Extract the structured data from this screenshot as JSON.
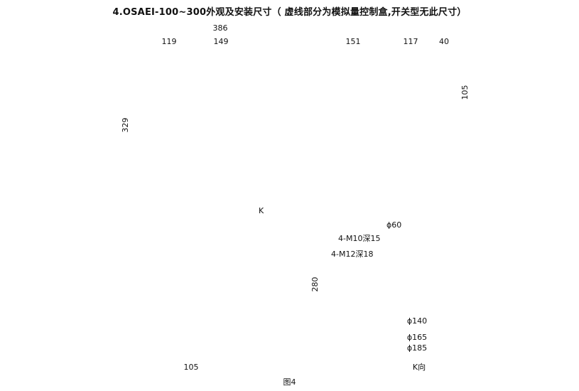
{
  "title": "4.OSAEI-100~300外观及安装尺寸（ 虚线部分为模拟量控制盒,开关型无此尺寸）",
  "front_view": {
    "overall_width": "386",
    "left_width": "119",
    "right_width": "149",
    "height": "329",
    "arrow_label": "K"
  },
  "side_view": {
    "w1": "151",
    "w2": "117",
    "w3": "40",
    "height": "105"
  },
  "top_view": {
    "height": "280",
    "width": "105"
  },
  "k_view": {
    "pcd": "ϕ60",
    "hole1": "4-M10深15",
    "hole2": "4-M12深18",
    "d1": "ϕ140",
    "d2": "ϕ165",
    "d3": "ϕ185",
    "caption": "K向"
  },
  "figure_label": "图4"
}
